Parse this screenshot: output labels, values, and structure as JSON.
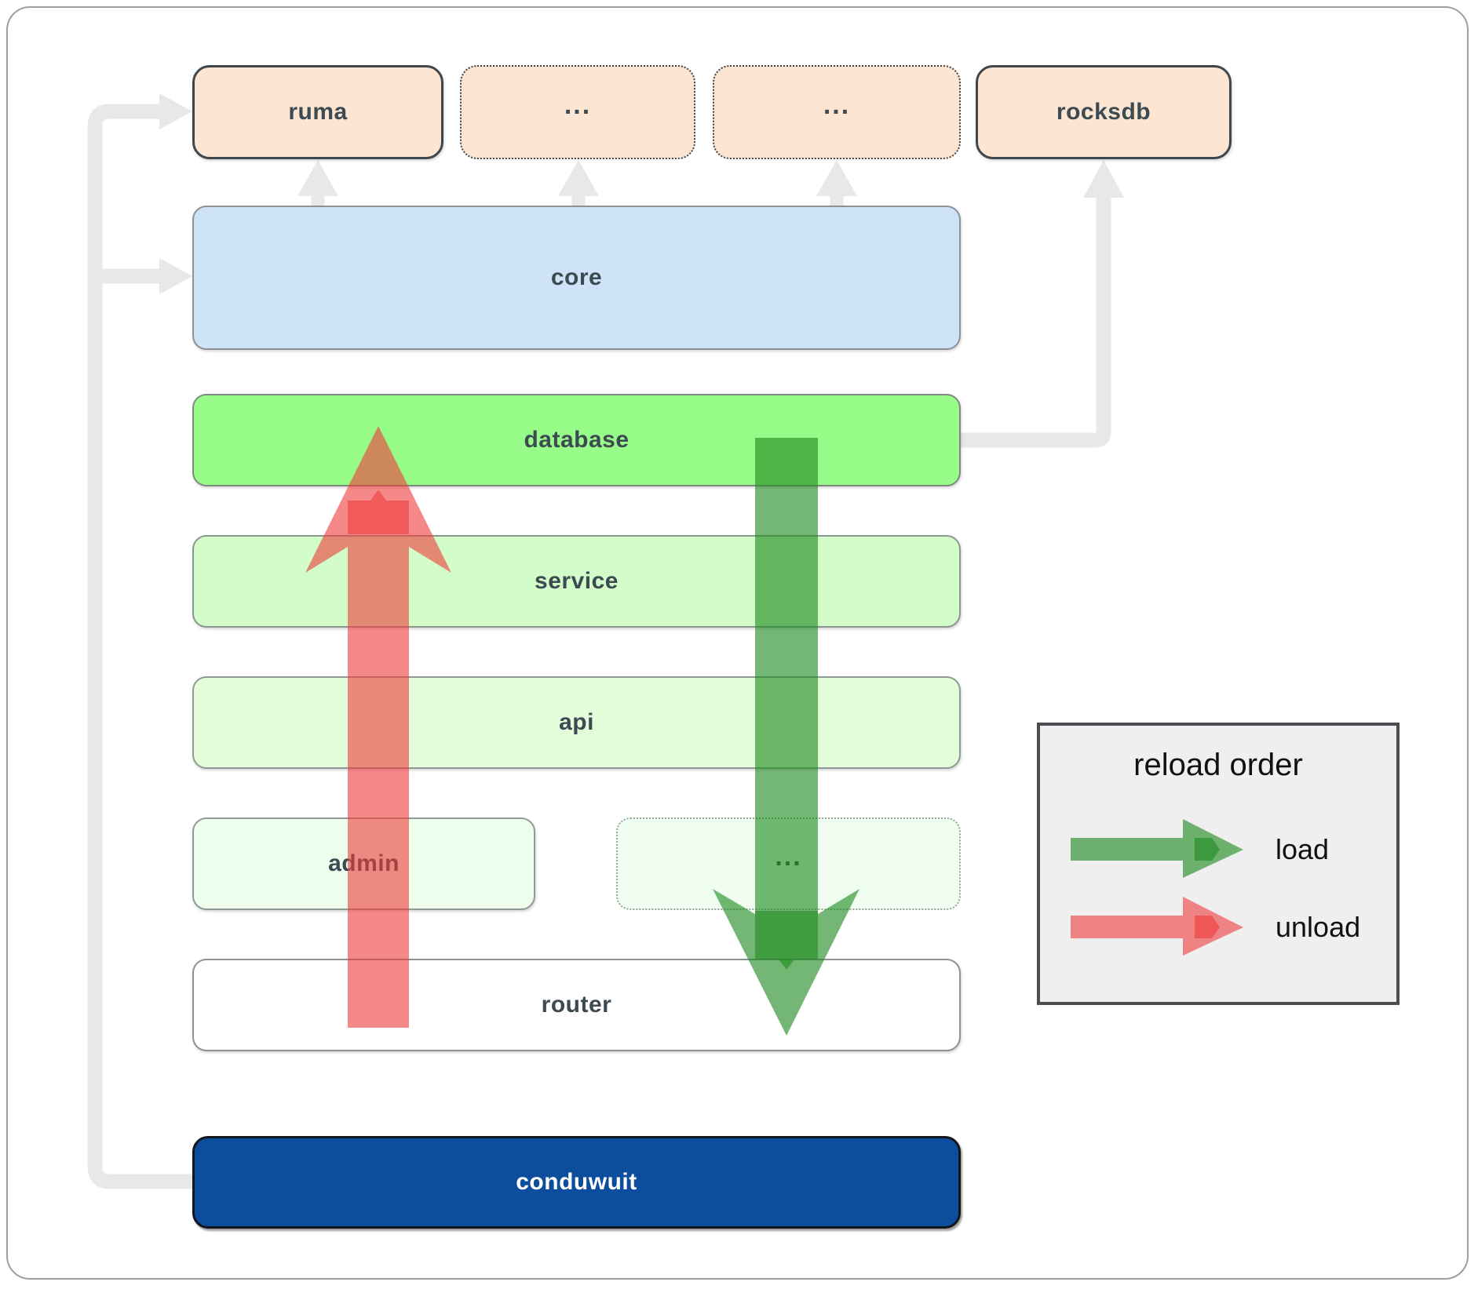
{
  "boxes": {
    "ruma": {
      "label": "ruma"
    },
    "ext_top_1": {
      "label": "..."
    },
    "ext_top_2": {
      "label": "..."
    },
    "rocksdb": {
      "label": "rocksdb"
    },
    "core": {
      "label": "core"
    },
    "database": {
      "label": "database"
    },
    "service": {
      "label": "service"
    },
    "api": {
      "label": "api"
    },
    "admin": {
      "label": "admin"
    },
    "ext_mid": {
      "label": "..."
    },
    "router": {
      "label": "router"
    },
    "conduwuit": {
      "label": "conduwuit"
    }
  },
  "legend": {
    "title": "reload order",
    "items": [
      {
        "label": "load",
        "icon": "green-right-arrow-icon",
        "color": "#1e8a1e"
      },
      {
        "label": "unload",
        "icon": "red-right-arrow-icon",
        "color": "#ee3a3a"
      }
    ]
  },
  "colors": {
    "load_green": "#1e8a1e",
    "unload_red": "#ee3a3a",
    "connector_gray": "#e8e8e8",
    "peach_fill": "#fce5d2",
    "core_fill": "#cfe3f8",
    "database_fill": "#98fc88",
    "service_fill": "#d2fcc8",
    "api_fill": "#e3fddb",
    "admin_fill": "#eefeec",
    "ext_mid_fill": "#f0fef2",
    "router_fill": "#ffffff",
    "conduwuit_fill": "#0c4e9d",
    "legend_bg": "#efefef"
  },
  "icons": {
    "load_arrow": "down-arrow",
    "unload_arrow": "up-arrow",
    "dependency_arrows": "gray-elbow-arrow"
  }
}
